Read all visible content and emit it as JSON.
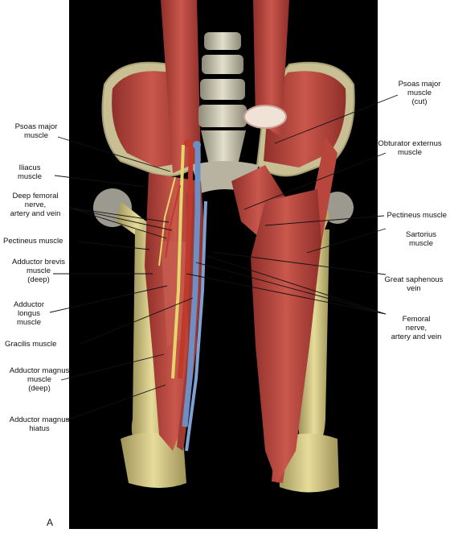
{
  "figure": {
    "panel_letter": "A",
    "colors": {
      "background": "#000000",
      "muscle": "#b9473f",
      "bone": "#d8cf8a",
      "vein": "#6f8fc4",
      "artery": "#c0392b",
      "nerve": "#e4d66a"
    },
    "labels": {
      "psoas_left": "Psoas major\nmuscle",
      "iliacus": "Iliacus\nmuscle",
      "deep_femoral": "Deep femoral\nnerve,\nartery and vein",
      "pectineus_left": "Pectineus muscle",
      "adductor_brevis": "Adductor brevis\nmuscle\n(deep)",
      "adductor_longus": "Adductor\nlongus\nmuscle",
      "gracilis": "Gracilis muscle",
      "adductor_magnus": "Adductor magnus\nmuscle\n(deep)",
      "adductor_hiatus": "Adductor magnus\nhiatus",
      "psoas_cut": "Psoas major\nmuscle\n(cut)",
      "obturator": "Obturator externus\nmuscle",
      "pectineus_right": "Pectineus muscle",
      "sartorius": "Sartorius\nmuscle",
      "saphenous": "Great saphenous\nvein",
      "femoral": "Femoral\nnerve,\nartery and vein"
    }
  }
}
